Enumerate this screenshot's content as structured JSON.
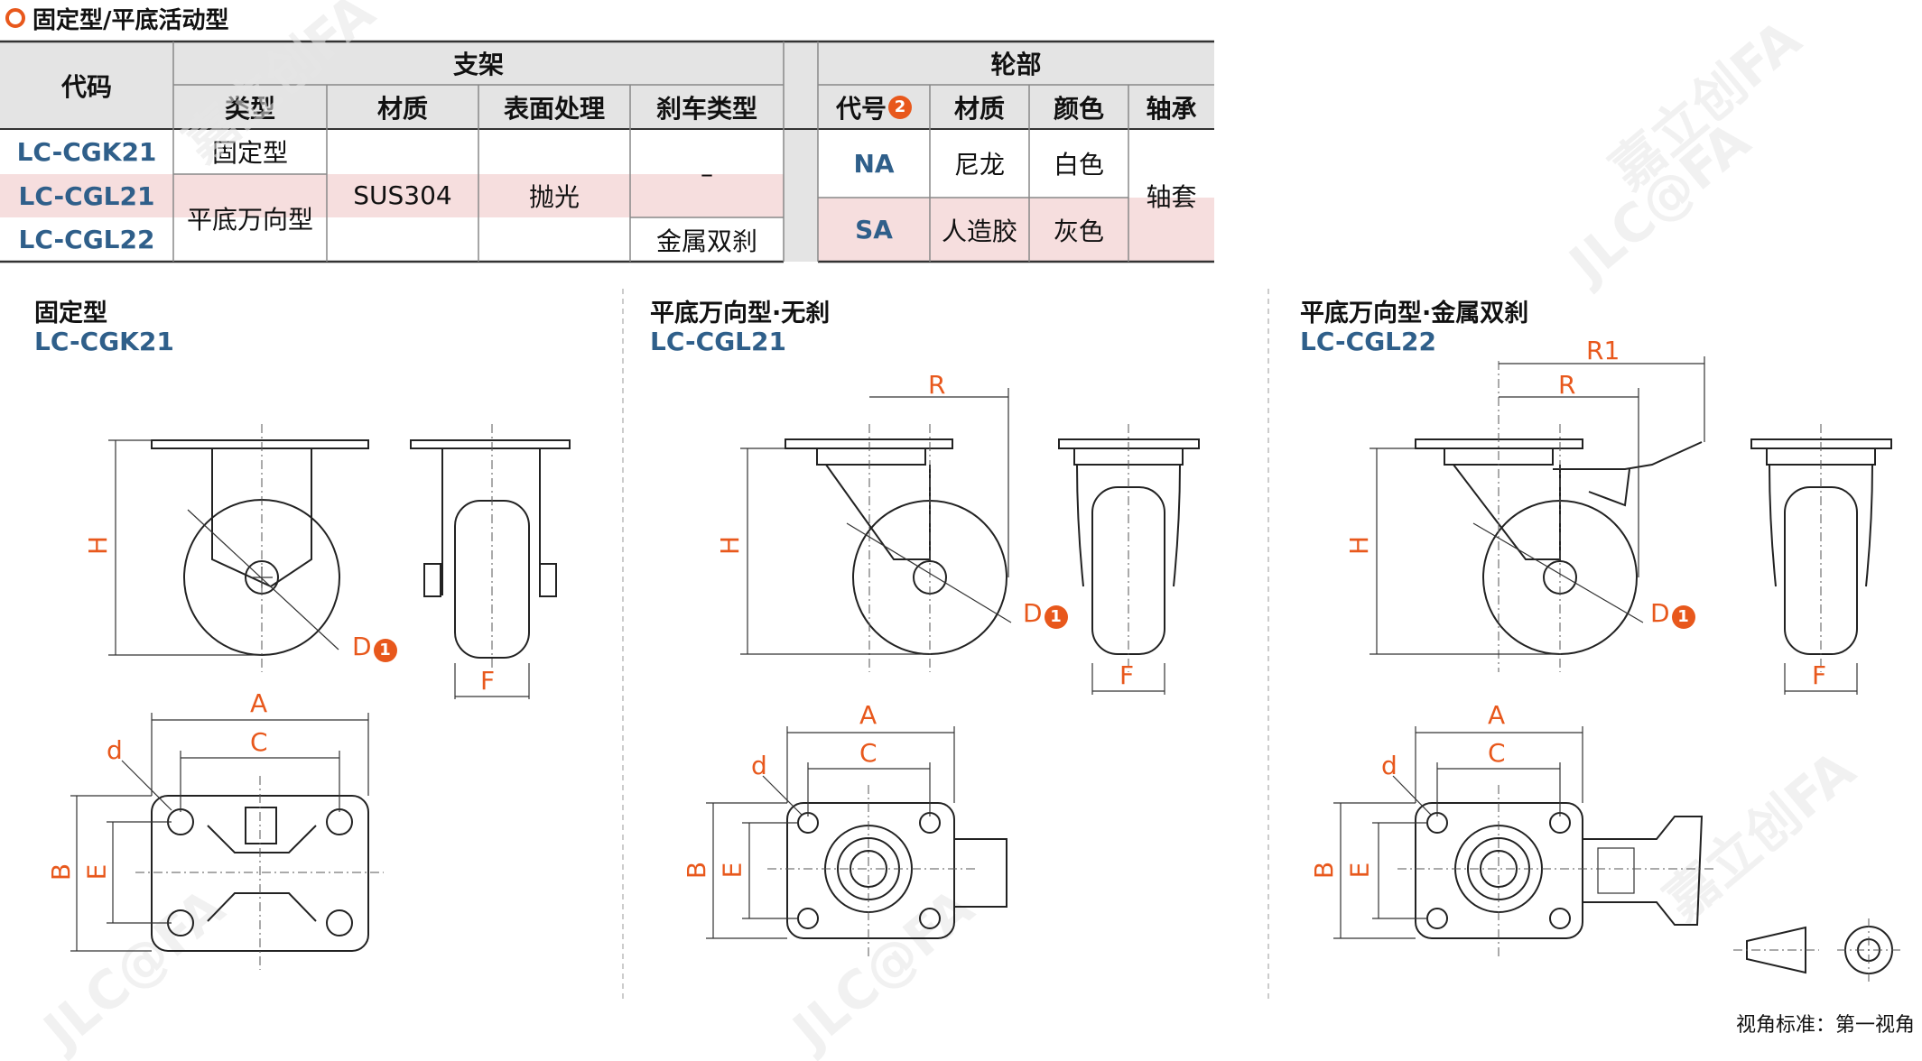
{
  "section_title": "固定型/平底活动型",
  "table": {
    "header_code": "代码",
    "header_bracket": "支架",
    "header_wheel": "轮部",
    "sub_type": "类型",
    "sub_material": "材质",
    "sub_surface": "表面处理",
    "sub_brake": "刹车类型",
    "sub_wheel_code": "代号",
    "sub_wheel_code_badge": "2",
    "sub_wheel_material": "材质",
    "sub_color": "颜色",
    "sub_bearing": "轴承",
    "codes": [
      "LC-CGK21",
      "LC-CGL21",
      "LC-CGL22"
    ],
    "type_fixed": "固定型",
    "type_swivel": "平底万向型",
    "material": "SUS304",
    "surface": "抛光",
    "brake_none": "–",
    "brake_metal": "金属双刹",
    "wheels": [
      {
        "code": "NA",
        "material": "尼龙",
        "color": "白色"
      },
      {
        "code": "SA",
        "material": "人造胶",
        "color": "灰色"
      }
    ],
    "bearing": "轴套"
  },
  "drawings": [
    {
      "title": "固定型",
      "code": "LC-CGK21"
    },
    {
      "title": "平底万向型·无刹",
      "code": "LC-CGL21"
    },
    {
      "title": "平底万向型·金属双刹",
      "code": "LC-CGL22"
    }
  ],
  "dims": {
    "H": "H",
    "D": "D",
    "D_badge": "1",
    "F": "F",
    "A": "A",
    "C": "C",
    "B": "B",
    "E": "E",
    "d": "d",
    "R": "R",
    "R1": "R1"
  },
  "watermark": "嘉立创FA",
  "watermark_brand": "JLC@FA",
  "projection_note": "视角标准：第一视角",
  "colors": {
    "accent": "#e8581c",
    "code_blue": "#2f5f8a",
    "header_gray": "#e4e4e4",
    "highlight": "#f6dede"
  }
}
